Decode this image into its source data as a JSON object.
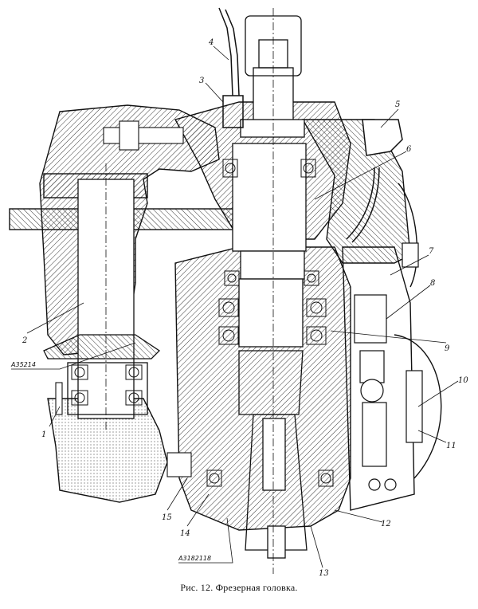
{
  "caption": "Рис. 12. Фрезерная головка.",
  "callouts": [
    {
      "id": "c1",
      "text": "1"
    },
    {
      "id": "c2",
      "text": "2"
    },
    {
      "id": "c3",
      "text": "3"
    },
    {
      "id": "c4",
      "text": "4"
    },
    {
      "id": "c5",
      "text": "5"
    },
    {
      "id": "c6",
      "text": "6"
    },
    {
      "id": "c7",
      "text": "7"
    },
    {
      "id": "c8",
      "text": "8"
    },
    {
      "id": "c9",
      "text": "9"
    },
    {
      "id": "c10",
      "text": "10"
    },
    {
      "id": "c11",
      "text": "11"
    },
    {
      "id": "c12",
      "text": "12"
    },
    {
      "id": "c13",
      "text": "13"
    },
    {
      "id": "c14",
      "text": "14"
    },
    {
      "id": "c15",
      "text": "15"
    }
  ],
  "references": {
    "bearing_left": "А35214",
    "bearing_bottom": "А3182118"
  }
}
